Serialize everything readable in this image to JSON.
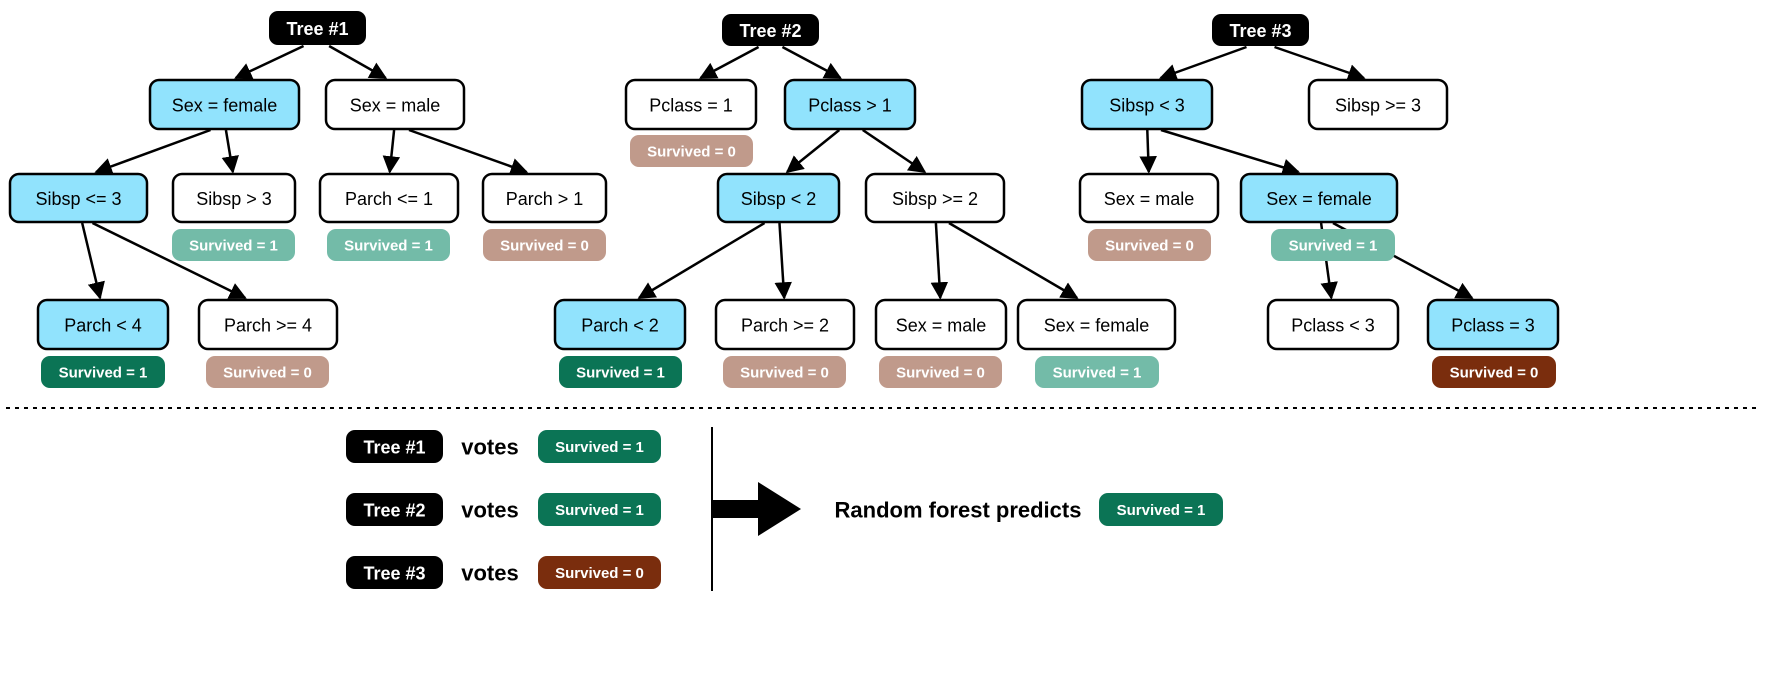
{
  "colors": {
    "highlight_node": "#91e3fd",
    "plain_node": "#ffffff",
    "tree_label": "#000000",
    "survived_strong": "#0b7455",
    "survived_light": "#73bba8",
    "died_light": "#c09a8b",
    "died_strong": "#7a2d0d"
  },
  "trees": [
    {
      "label": "Tree #1",
      "nodes": [
        {
          "id": "t1-n1",
          "text": "Sex = female",
          "highlight": true
        },
        {
          "id": "t1-n2",
          "text": "Sex = male",
          "highlight": false
        },
        {
          "id": "t1-n3",
          "text": "Sibsp <= 3",
          "highlight": true
        },
        {
          "id": "t1-n4",
          "text": "Sibsp > 3",
          "highlight": false
        },
        {
          "id": "t1-n5",
          "text": "Parch <= 1",
          "highlight": false
        },
        {
          "id": "t1-n6",
          "text": "Parch > 1",
          "highlight": false
        },
        {
          "id": "t1-n7",
          "text": "Parch < 4",
          "highlight": true
        },
        {
          "id": "t1-n8",
          "text": "Parch >= 4",
          "highlight": false
        }
      ],
      "leaves": [
        {
          "id": "t1-l1",
          "text": "Survived = 1",
          "tone": "survived_light"
        },
        {
          "id": "t1-l2",
          "text": "Survived = 1",
          "tone": "survived_light"
        },
        {
          "id": "t1-l3",
          "text": "Survived = 0",
          "tone": "died_light"
        },
        {
          "id": "t1-l4",
          "text": "Survived = 1",
          "tone": "survived_strong"
        },
        {
          "id": "t1-l5",
          "text": "Survived = 0",
          "tone": "died_light"
        }
      ]
    },
    {
      "label": "Tree #2",
      "nodes": [
        {
          "id": "t2-n1",
          "text": "Pclass = 1",
          "highlight": false
        },
        {
          "id": "t2-n2",
          "text": "Pclass > 1",
          "highlight": true
        },
        {
          "id": "t2-n3",
          "text": "Sibsp < 2",
          "highlight": true
        },
        {
          "id": "t2-n4",
          "text": "Sibsp >= 2",
          "highlight": false
        },
        {
          "id": "t2-n5",
          "text": "Parch < 2",
          "highlight": true
        },
        {
          "id": "t2-n6",
          "text": "Parch >= 2",
          "highlight": false
        },
        {
          "id": "t2-n7",
          "text": "Sex = male",
          "highlight": false
        },
        {
          "id": "t2-n8",
          "text": "Sex = female",
          "highlight": false
        }
      ],
      "leaves": [
        {
          "id": "t2-l1",
          "text": "Survived = 0",
          "tone": "died_light"
        },
        {
          "id": "t2-l2",
          "text": "Survived = 1",
          "tone": "survived_strong"
        },
        {
          "id": "t2-l3",
          "text": "Survived = 0",
          "tone": "died_light"
        },
        {
          "id": "t2-l4",
          "text": "Survived = 0",
          "tone": "died_light"
        },
        {
          "id": "t2-l5",
          "text": "Survived = 1",
          "tone": "survived_light"
        }
      ]
    },
    {
      "label": "Tree #3",
      "nodes": [
        {
          "id": "t3-n1",
          "text": "Sibsp < 3",
          "highlight": true
        },
        {
          "id": "t3-n2",
          "text": "Sibsp >= 3",
          "highlight": false
        },
        {
          "id": "t3-n3",
          "text": "Sex = male",
          "highlight": false
        },
        {
          "id": "t3-n4",
          "text": "Sex = female",
          "highlight": true
        },
        {
          "id": "t3-n5",
          "text": "Pclass < 3",
          "highlight": false
        },
        {
          "id": "t3-n6",
          "text": "Pclass = 3",
          "highlight": true
        }
      ],
      "leaves": [
        {
          "id": "t3-l1",
          "text": "Survived = 0",
          "tone": "died_light"
        },
        {
          "id": "t3-l2",
          "text": "Survived = 1",
          "tone": "survived_light"
        },
        {
          "id": "t3-l3",
          "text": "Survived = 0",
          "tone": "died_strong"
        }
      ]
    }
  ],
  "edges": [
    [
      "tree-0",
      "t1-n1"
    ],
    [
      "tree-0",
      "t1-n2"
    ],
    [
      "t1-n1",
      "t1-n3"
    ],
    [
      "t1-n1",
      "t1-n4"
    ],
    [
      "t1-n2",
      "t1-n5"
    ],
    [
      "t1-n2",
      "t1-n6"
    ],
    [
      "t1-n3",
      "t1-n7"
    ],
    [
      "t1-n3",
      "t1-n8"
    ],
    [
      "tree-1",
      "t2-n1"
    ],
    [
      "tree-1",
      "t2-n2"
    ],
    [
      "t2-n2",
      "t2-n3"
    ],
    [
      "t2-n2",
      "t2-n4"
    ],
    [
      "t2-n3",
      "t2-n5"
    ],
    [
      "t2-n3",
      "t2-n6"
    ],
    [
      "t2-n4",
      "t2-n7"
    ],
    [
      "t2-n4",
      "t2-n8"
    ],
    [
      "tree-2",
      "t3-n1"
    ],
    [
      "tree-2",
      "t3-n2"
    ],
    [
      "t3-n1",
      "t3-n3"
    ],
    [
      "t3-n1",
      "t3-n4"
    ],
    [
      "t3-n4",
      "t3-n5"
    ],
    [
      "t3-n4",
      "t3-n6"
    ]
  ],
  "votes": [
    {
      "tree": "Tree #1",
      "word": "votes",
      "result": "Survived = 1",
      "tone": "survived_strong"
    },
    {
      "tree": "Tree #2",
      "word": "votes",
      "result": "Survived = 1",
      "tone": "survived_strong"
    },
    {
      "tree": "Tree #3",
      "word": "votes",
      "result": "Survived = 0",
      "tone": "died_strong"
    }
  ],
  "prediction": {
    "label": "Random forest predicts",
    "result": "Survived = 1",
    "tone": "survived_strong"
  }
}
